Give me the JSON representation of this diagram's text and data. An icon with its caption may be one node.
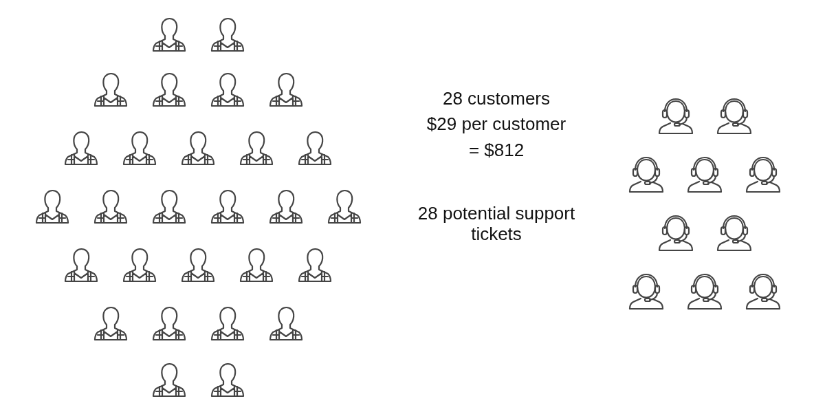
{
  "diagram": {
    "labels": [
      "28 customers",
      "$29 per customer",
      "= $812",
      "28 potential support tickets"
    ]
  }
}
